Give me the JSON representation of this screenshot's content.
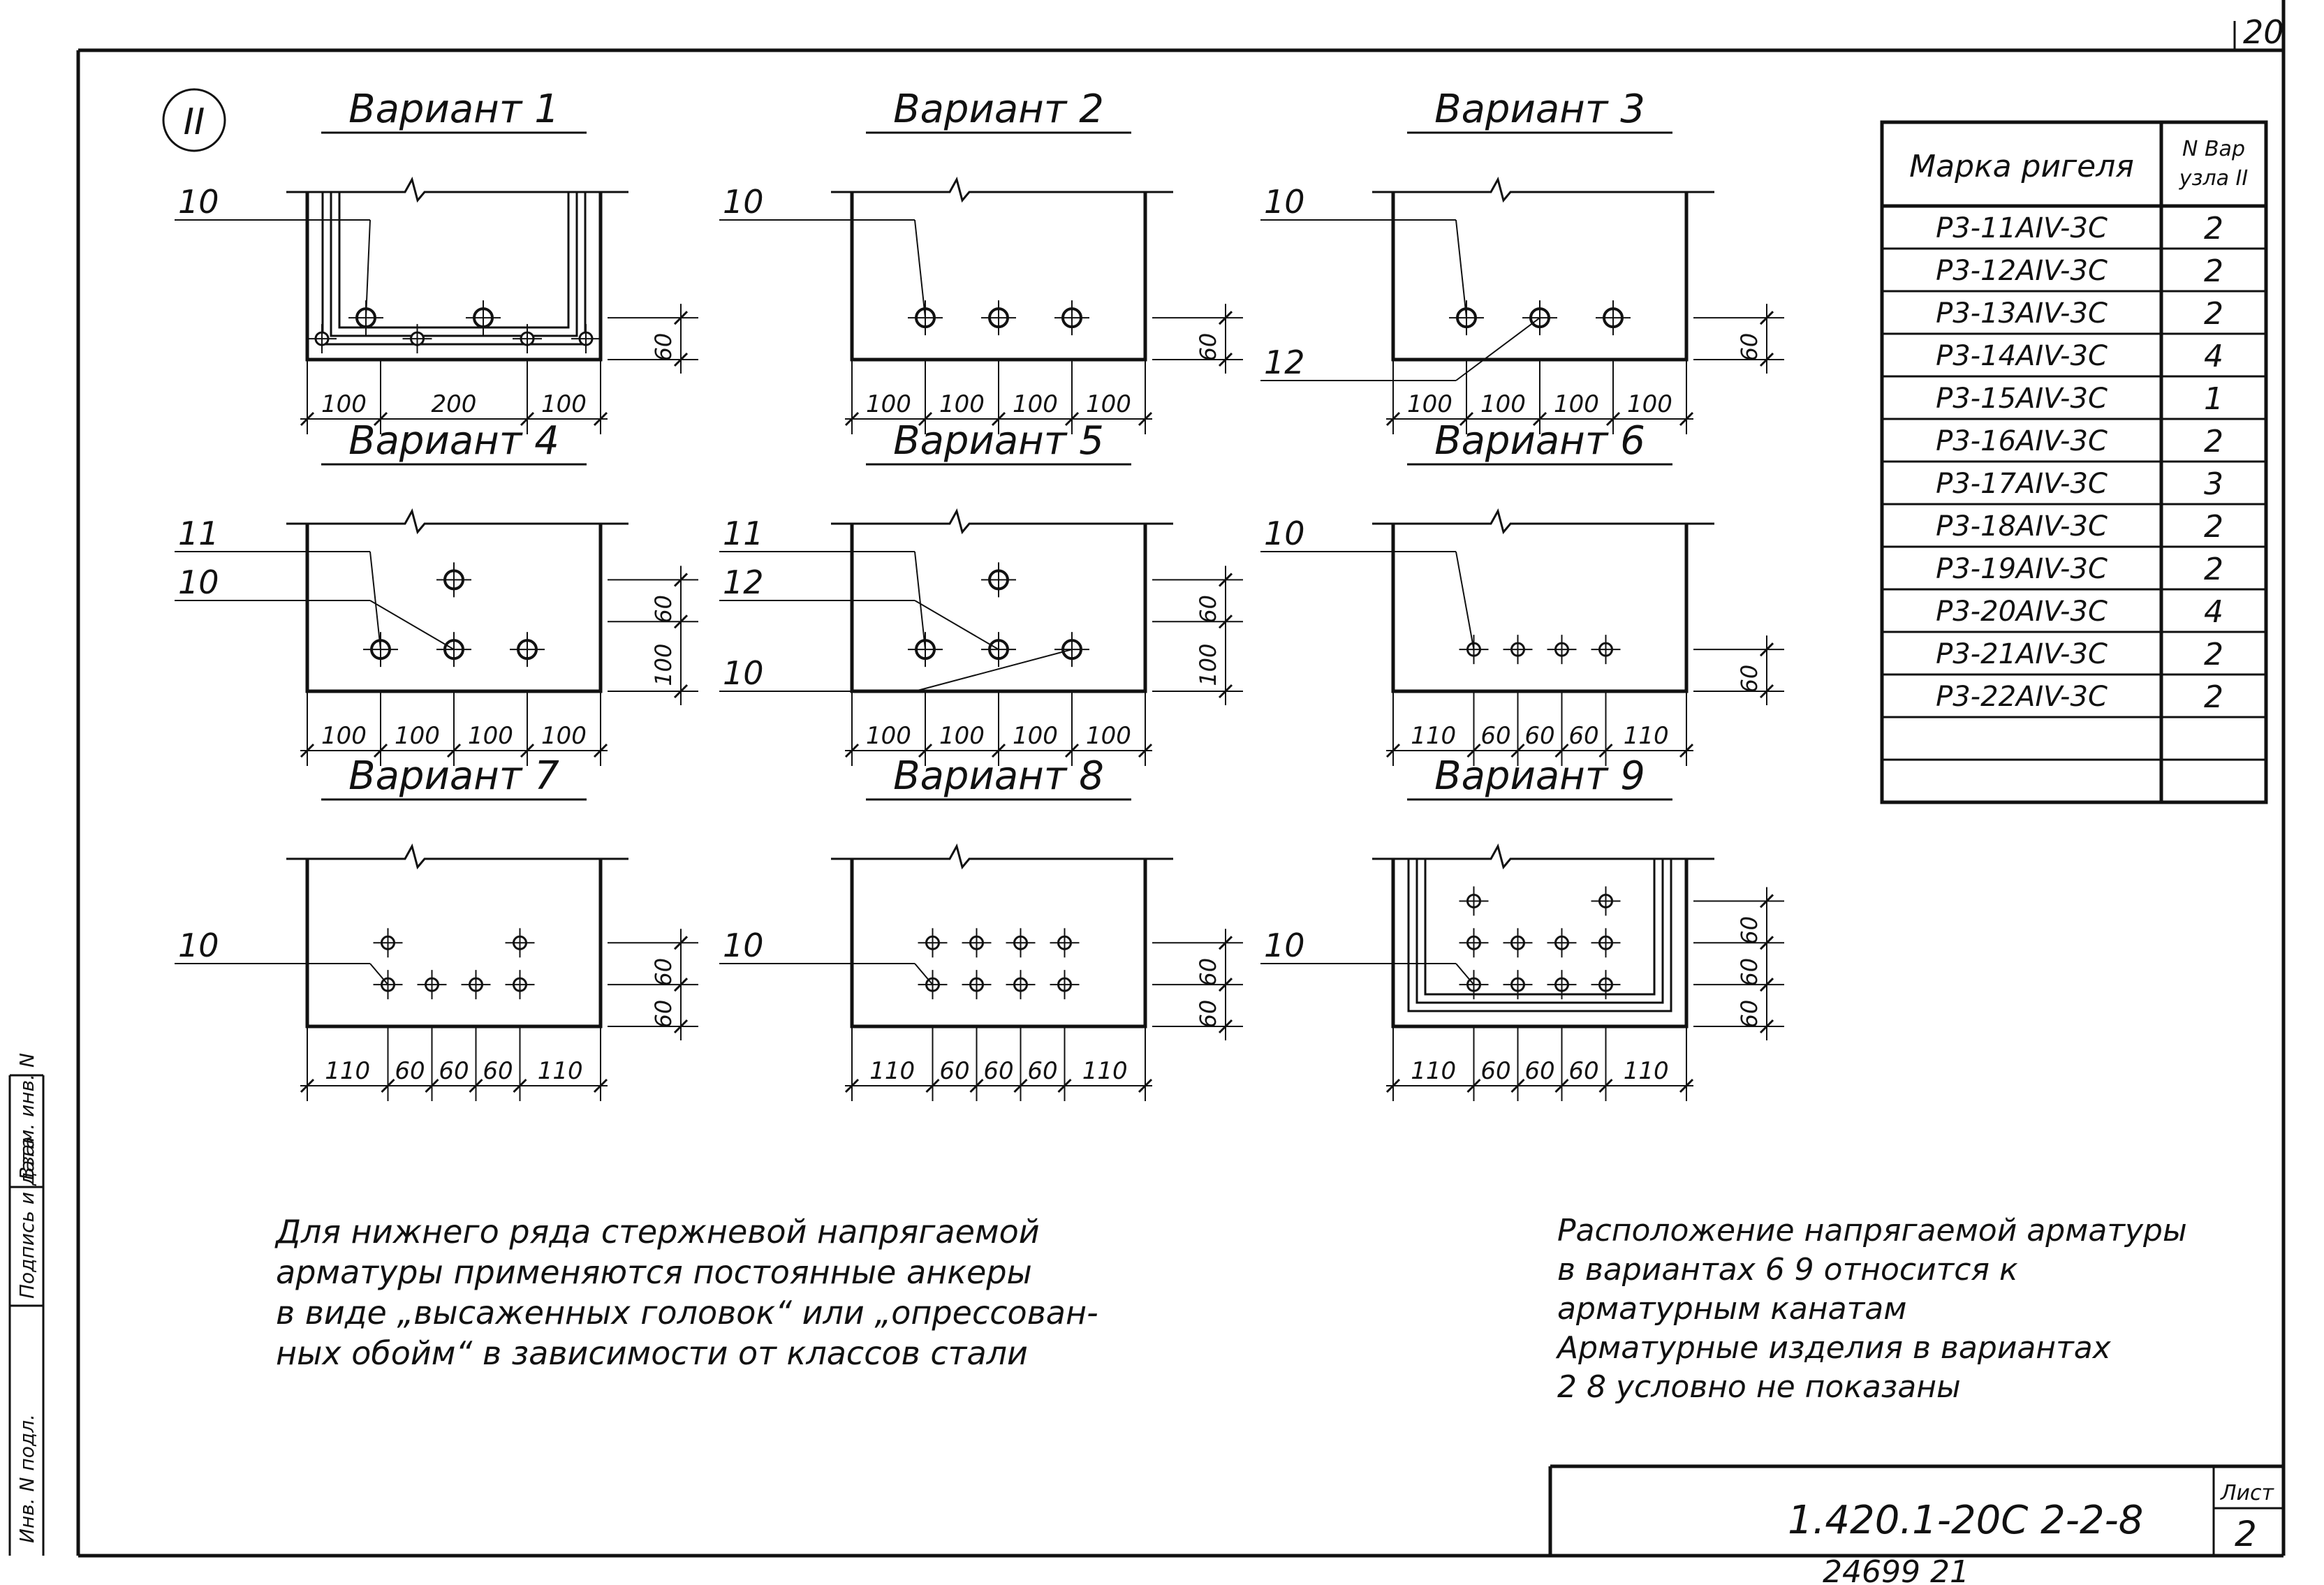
{
  "sheet_number_corner": "20",
  "node_marker": "II",
  "variants": [
    {
      "title": "Вариант 1",
      "callouts": [
        "10"
      ],
      "dims_bottom": [
        "100",
        "200",
        "100"
      ],
      "dims_right": [
        "60"
      ]
    },
    {
      "title": "Вариант 2",
      "callouts": [
        "10"
      ],
      "dims_bottom": [
        "100",
        "100",
        "100",
        "100"
      ],
      "dims_right": [
        "60"
      ]
    },
    {
      "title": "Вариант 3",
      "callouts": [
        "10",
        "12"
      ],
      "dims_bottom": [
        "100",
        "100",
        "100",
        "100"
      ],
      "dims_right": [
        "60"
      ]
    },
    {
      "title": "Вариант 4",
      "callouts": [
        "11",
        "10"
      ],
      "dims_bottom": [
        "100",
        "100",
        "100",
        "100"
      ],
      "dims_right": [
        "100",
        "60"
      ]
    },
    {
      "title": "Вариант 5",
      "callouts": [
        "11",
        "12",
        "10"
      ],
      "dims_bottom": [
        "100",
        "100",
        "100",
        "100"
      ],
      "dims_right": [
        "100",
        "60"
      ]
    },
    {
      "title": "Вариант 6",
      "callouts": [
        "10"
      ],
      "dims_bottom": [
        "110",
        "60",
        "60",
        "60",
        "110"
      ],
      "dims_right": [
        "60"
      ]
    },
    {
      "title": "Вариант 7",
      "callouts": [
        "10"
      ],
      "dims_bottom": [
        "110",
        "60",
        "60",
        "60",
        "110"
      ],
      "dims_right": [
        "60",
        "60"
      ]
    },
    {
      "title": "Вариант 8",
      "callouts": [
        "10"
      ],
      "dims_bottom": [
        "110",
        "60",
        "60",
        "60",
        "110"
      ],
      "dims_right": [
        "60",
        "60"
      ]
    },
    {
      "title": "Вариант 9",
      "callouts": [
        "10"
      ],
      "dims_bottom": [
        "110",
        "60",
        "60",
        "60",
        "110"
      ],
      "dims_right": [
        "60",
        "60",
        "60"
      ]
    }
  ],
  "table": {
    "header_col1": "Марка ригеля",
    "header_col2_line1": "N Вар",
    "header_col2_line2": "узла II",
    "rows": [
      {
        "mark": "Р3-11АIV-3С",
        "variant": "2"
      },
      {
        "mark": "Р3-12АIV-3С",
        "variant": "2"
      },
      {
        "mark": "Р3-13АIV-3С",
        "variant": "2"
      },
      {
        "mark": "Р3-14АIV-3С",
        "variant": "4"
      },
      {
        "mark": "Р3-15АIV-3С",
        "variant": "1"
      },
      {
        "mark": "Р3-16АIV-3С",
        "variant": "2"
      },
      {
        "mark": "Р3-17АIV-3С",
        "variant": "3"
      },
      {
        "mark": "Р3-18АIV-3С",
        "variant": "2"
      },
      {
        "mark": "Р3-19АIV-3С",
        "variant": "2"
      },
      {
        "mark": "Р3-20АIV-3С",
        "variant": "4"
      },
      {
        "mark": "Р3-21АIV-3С",
        "variant": "2"
      },
      {
        "mark": "Р3-22АIV-3С",
        "variant": "2"
      }
    ]
  },
  "note_left": [
    "Для нижнего ряда стержневой напрягаемой",
    "арматуры применяются постоянные анкеры",
    "в виде „высаженных головок“ или „опрессован-",
    "ных обойм“ в зависимости от классов стали"
  ],
  "note_right": [
    "Расположение напрягаемой арматуры",
    "в вариантах 6 9 относится к",
    "арматурным канатам",
    "Арматурные изделия в вариантах",
    "2 8 условно не показаны"
  ],
  "side_stamp": [
    "Взам. инв. N",
    "Подпись и дата",
    "Инв. N подл."
  ],
  "title_block": {
    "code": "1.420.1-20С 2-2-8",
    "sheet_label": "Лист",
    "sheet_value": "2"
  },
  "bottom_number": "24699 21"
}
